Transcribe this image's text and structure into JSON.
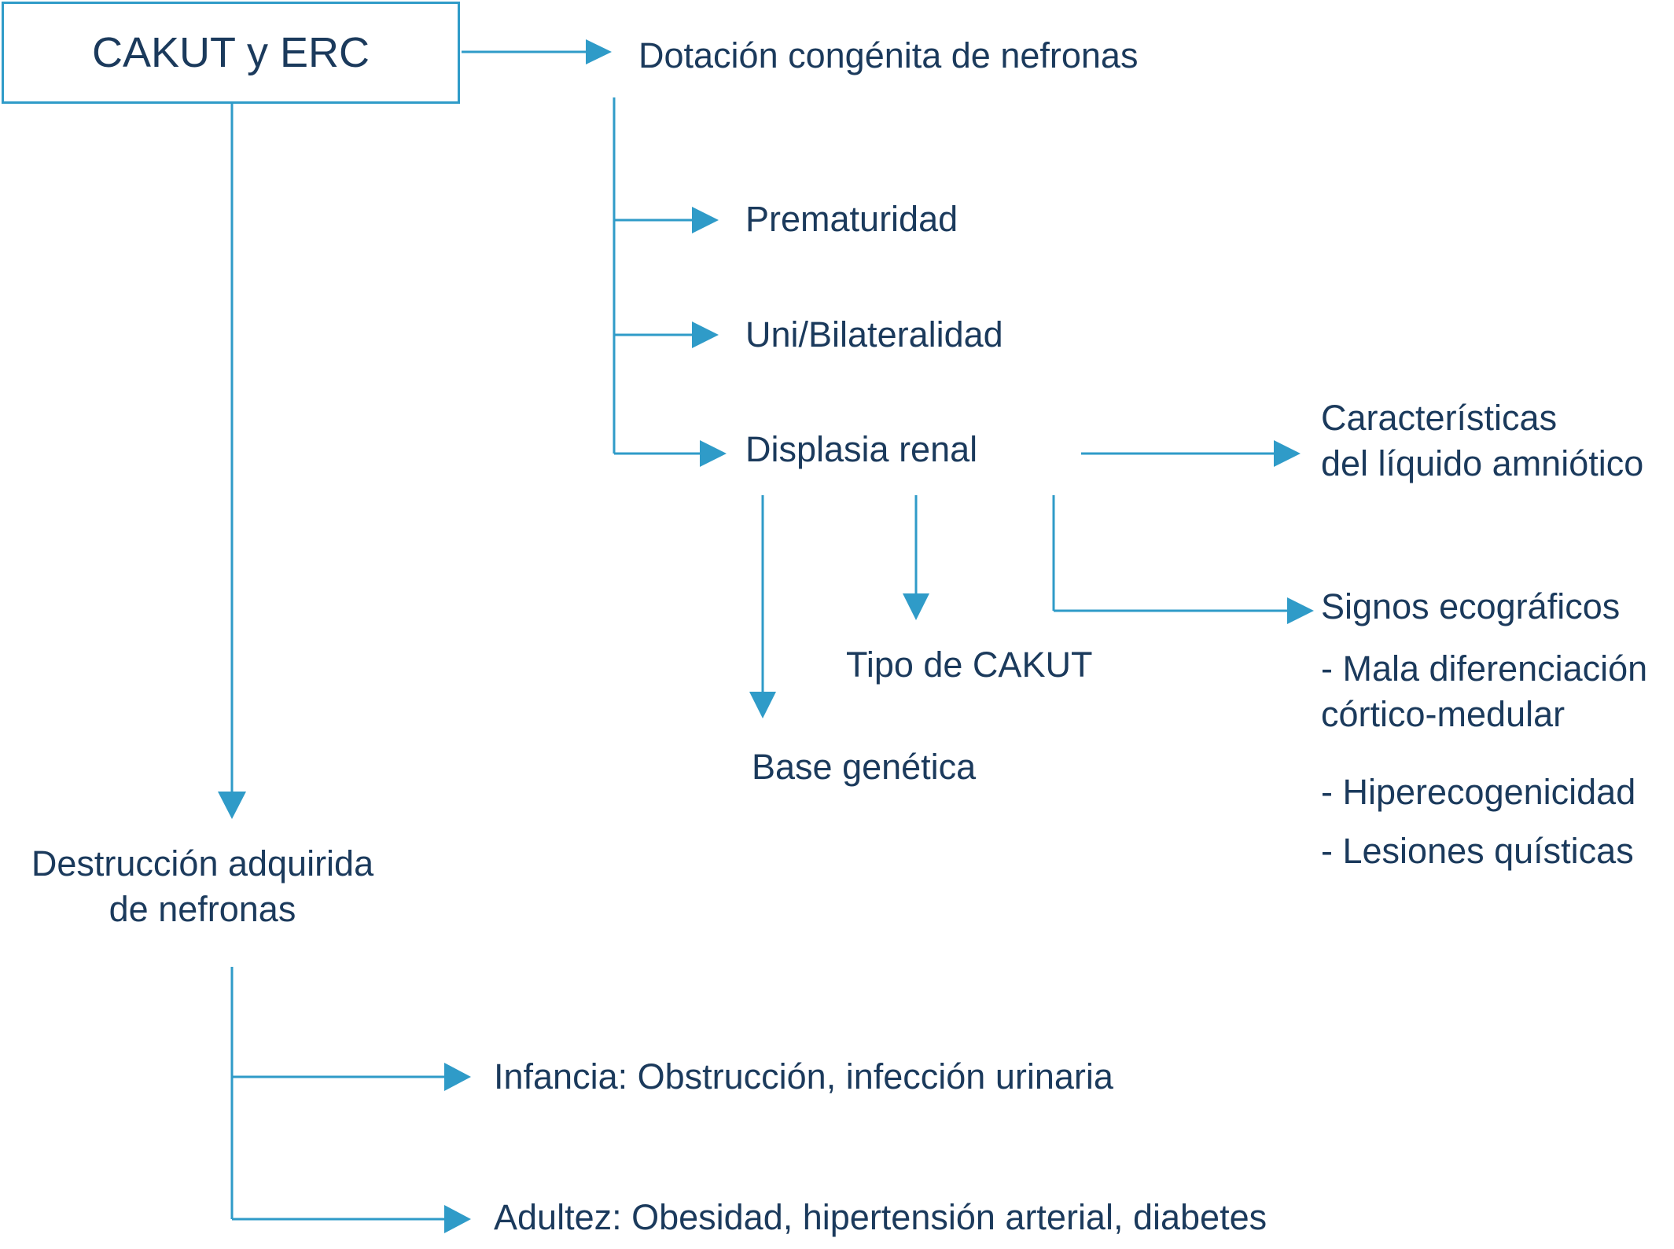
{
  "colors": {
    "line": "#2f9bc8",
    "text": "#1b3a5c"
  },
  "root": {
    "label": "CAKUT y ERC"
  },
  "congenital": {
    "title": "Dotación congénita de nefronas",
    "children": {
      "prematurity": "Prematuridad",
      "laterality": "Uni/Bilateralidad",
      "dysplasia": "Displasia renal"
    }
  },
  "dysplasia": {
    "amniotic": [
      "Características",
      "del líquido amniótico"
    ],
    "cakut_type": "Tipo de CAKUT",
    "genetic": "Base genética",
    "ultrasound": {
      "title": "Signos ecográficos",
      "signs": [
        [
          "- Mala diferenciación",
          "córtico-medular"
        ],
        [
          "- Hiperecogenicidad"
        ],
        [
          "- Lesiones quísticas"
        ]
      ]
    }
  },
  "acquired": {
    "title": [
      "Destrucción adquirida",
      "de nefronas"
    ],
    "childhood": "Infancia: Obstrucción, infección urinaria",
    "adulthood": "Adultez: Obesidad, hipertensión arterial, diabetes"
  }
}
